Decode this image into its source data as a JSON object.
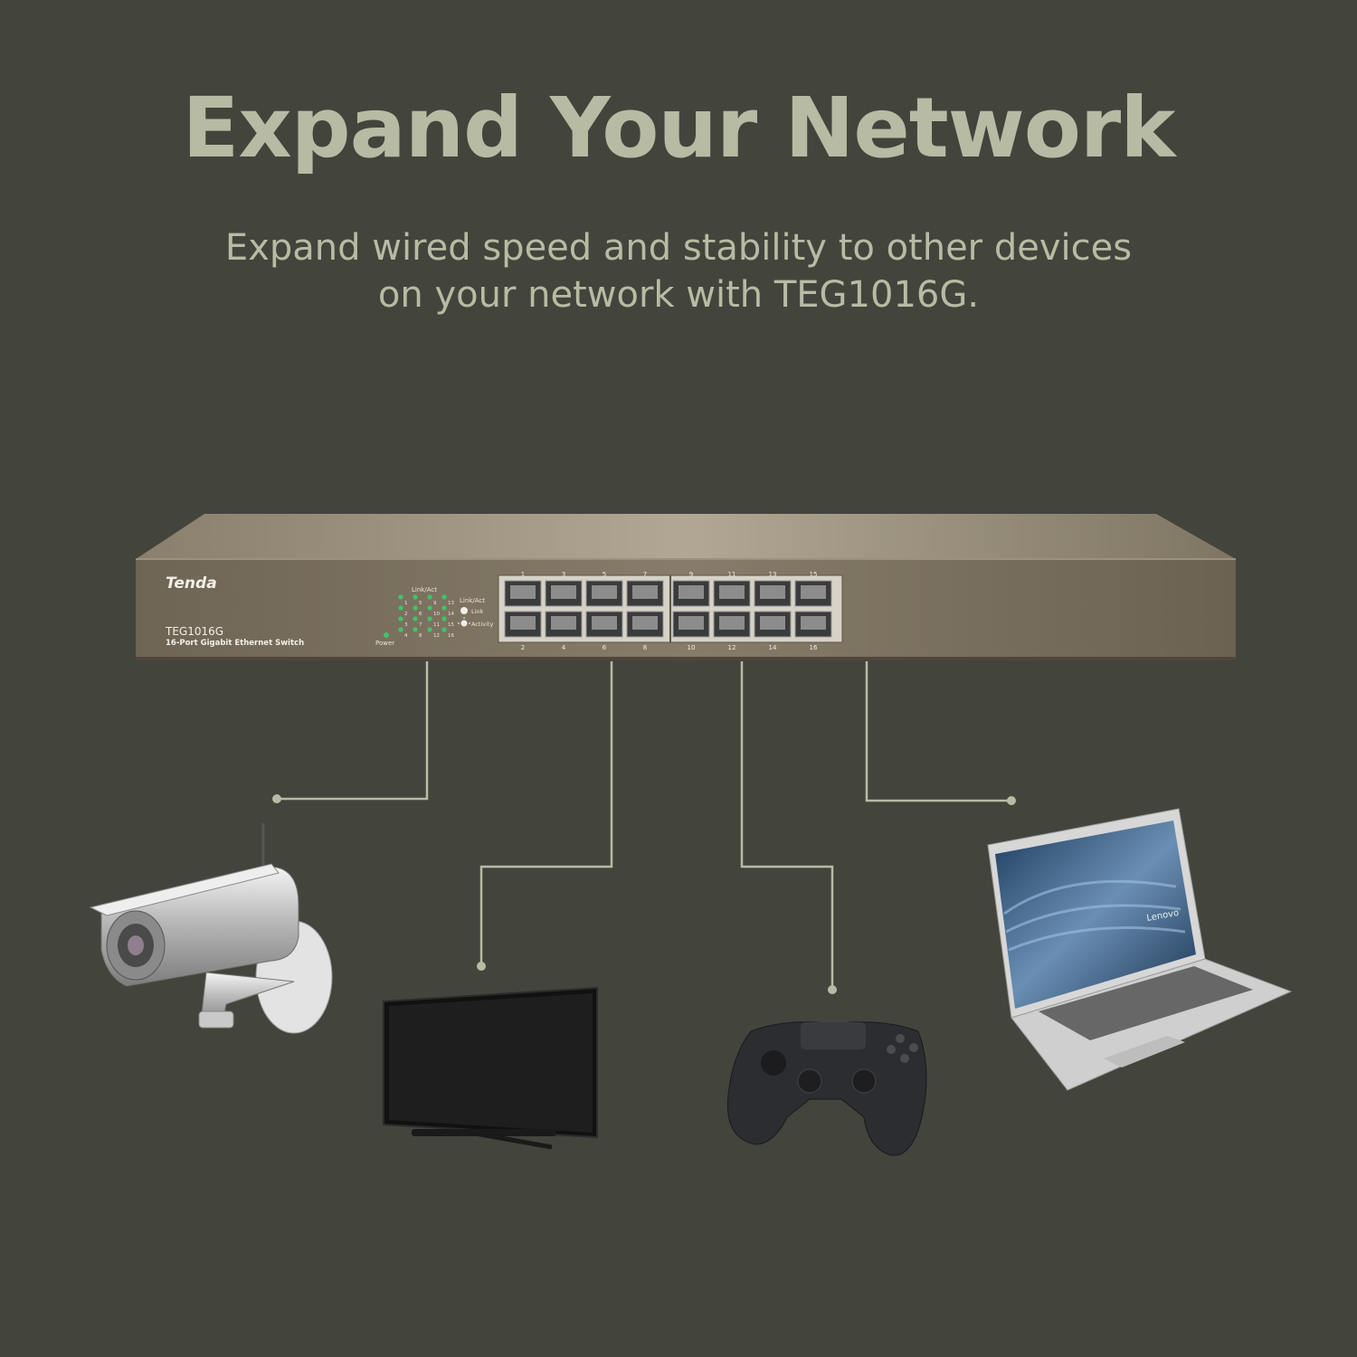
{
  "headline": "Expand Your Network",
  "subline": {
    "line1": "Expand wired speed and stability to other devices",
    "line2": "on your network with TEG1016G."
  },
  "switch": {
    "brand": "Tenda",
    "model": "TEG1016G",
    "description": "16-Port Gigabit Ethernet Switch",
    "led_header": "Link/Act",
    "power_label": "Power",
    "led_numbers": [
      "1",
      "5",
      "9",
      "13",
      "2",
      "6",
      "10",
      "14",
      "3",
      "7",
      "11",
      "15",
      "4",
      "8",
      "12",
      "16"
    ],
    "legend_title": "Link/Act",
    "legend_link": "Link",
    "legend_activity": "Activity",
    "top_ports": [
      "1",
      "3",
      "5",
      "7",
      "9",
      "11",
      "13",
      "15"
    ],
    "bottom_ports": [
      "2",
      "4",
      "6",
      "8",
      "10",
      "12",
      "14",
      "16"
    ]
  },
  "laptop": {
    "brand": "Lenovo"
  },
  "colors": {
    "background": "#43443c",
    "text": "#b8bba4",
    "lines": "#b8bba4",
    "switch_body": "#7b7160",
    "led": "#3fc46a"
  }
}
